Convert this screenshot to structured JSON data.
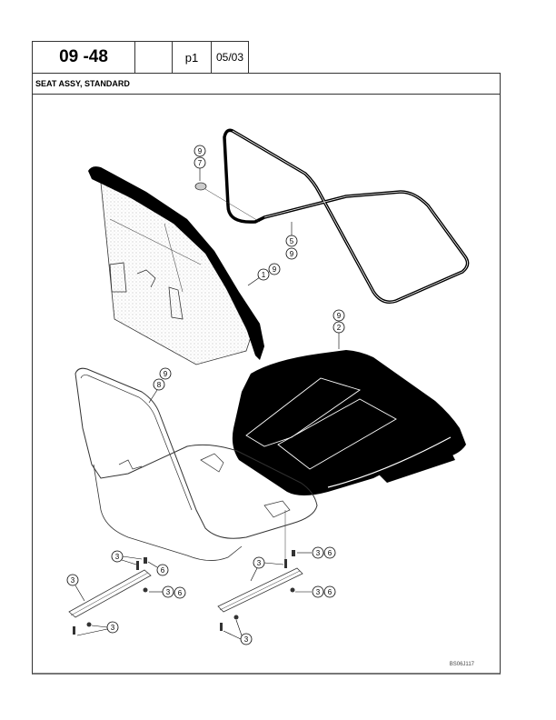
{
  "header": {
    "section_number": "09 -48",
    "blank_cell": "",
    "page": "p1",
    "date": "05/03"
  },
  "title": "SEAT ASSY, STANDARD",
  "figure": {
    "code": "BS06J117",
    "callouts": [
      {
        "id": "c-9-7",
        "numbers": [
          "9",
          "7"
        ],
        "part": "plug"
      },
      {
        "id": "c-5-9",
        "numbers": [
          "5",
          "9"
        ],
        "part": "trim-seal"
      },
      {
        "id": "c-1-9",
        "numbers": [
          "1",
          "9"
        ],
        "part": "backrest-cushion"
      },
      {
        "id": "c-9-2",
        "numbers": [
          "9",
          "2"
        ],
        "part": "seat-cushion"
      },
      {
        "id": "c-9-8",
        "numbers": [
          "9",
          "8"
        ],
        "part": "seat-pan"
      },
      {
        "id": "c-3-a",
        "numbers": [
          "3"
        ],
        "part": "left-slide-rail"
      },
      {
        "id": "c-3-b",
        "numbers": [
          "3"
        ],
        "part": "left-bolt"
      },
      {
        "id": "c-6-a",
        "numbers": [
          "6"
        ],
        "part": "left-bolt-washer"
      },
      {
        "id": "c-3-6-a",
        "numbers": [
          "3",
          "6"
        ],
        "part": "left-nut"
      },
      {
        "id": "c-3-c",
        "numbers": [
          "3"
        ],
        "part": "left-rail-hardware"
      },
      {
        "id": "c-3-d",
        "numbers": [
          "3"
        ],
        "part": "right-slide-rail"
      },
      {
        "id": "c-3-6-b",
        "numbers": [
          "3",
          "6"
        ],
        "part": "right-bolt"
      },
      {
        "id": "c-3-6-c",
        "numbers": [
          "3",
          "6"
        ],
        "part": "right-nut"
      },
      {
        "id": "c-3-e",
        "numbers": [
          "3"
        ],
        "part": "right-rail-hardware"
      }
    ]
  }
}
